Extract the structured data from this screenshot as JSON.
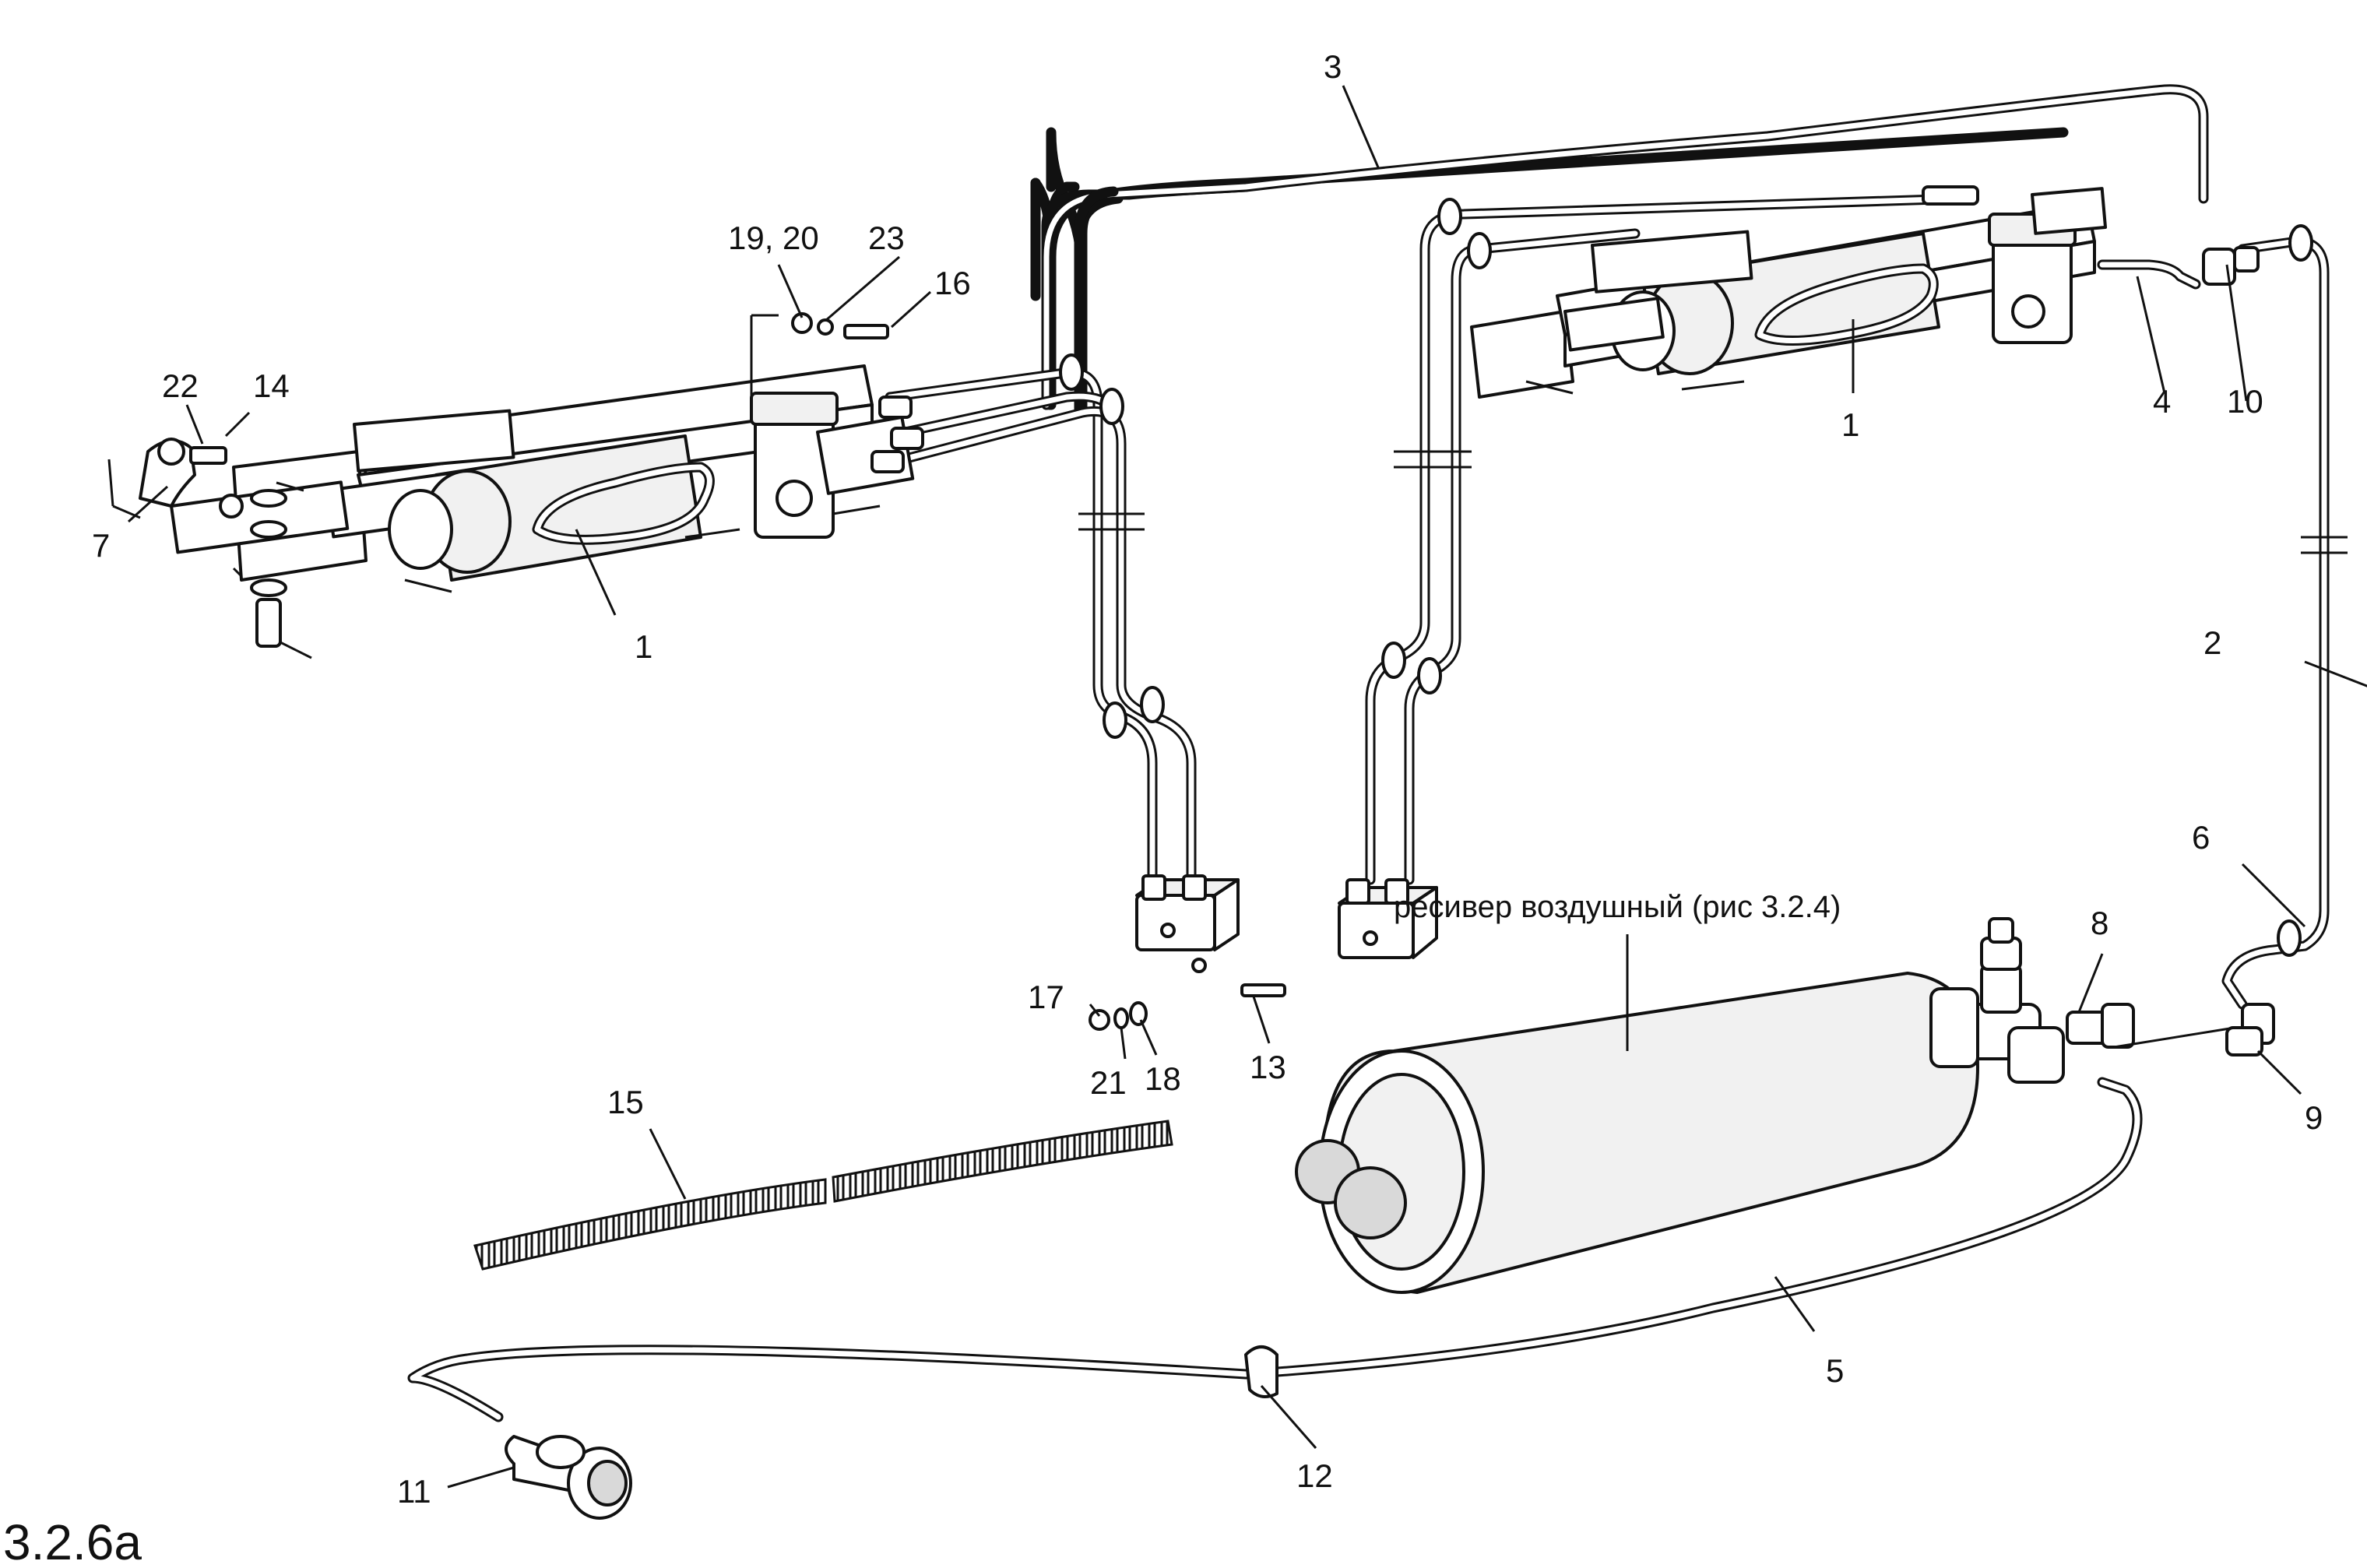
{
  "figure_label": "3.2.6a",
  "note": "ресивер воздушный (рис 3.2.4)",
  "callouts": {
    "c1a": "1",
    "c1b": "1",
    "c2": "2",
    "c3": "3",
    "c4": "4",
    "c5": "5",
    "c6": "6",
    "c7": "7",
    "c8": "8",
    "c9": "9",
    "c10": "10",
    "c11": "11",
    "c12": "12",
    "c13": "13",
    "c14": "14",
    "c15": "15",
    "c16": "16",
    "c17": "17",
    "c18": "18",
    "c1920": "19, 20",
    "c21": "21",
    "c22": "22",
    "c23": "23"
  }
}
